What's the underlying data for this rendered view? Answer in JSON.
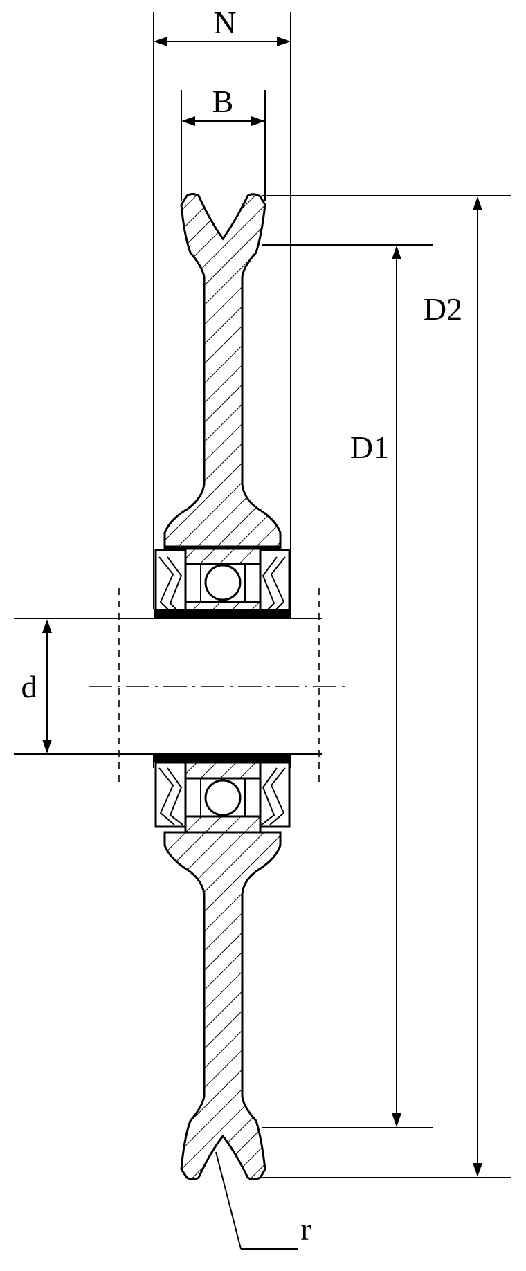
{
  "labels": {
    "N": "N",
    "B": "B",
    "D1": "D1",
    "D2": "D2",
    "d": "d",
    "r": "r"
  }
}
